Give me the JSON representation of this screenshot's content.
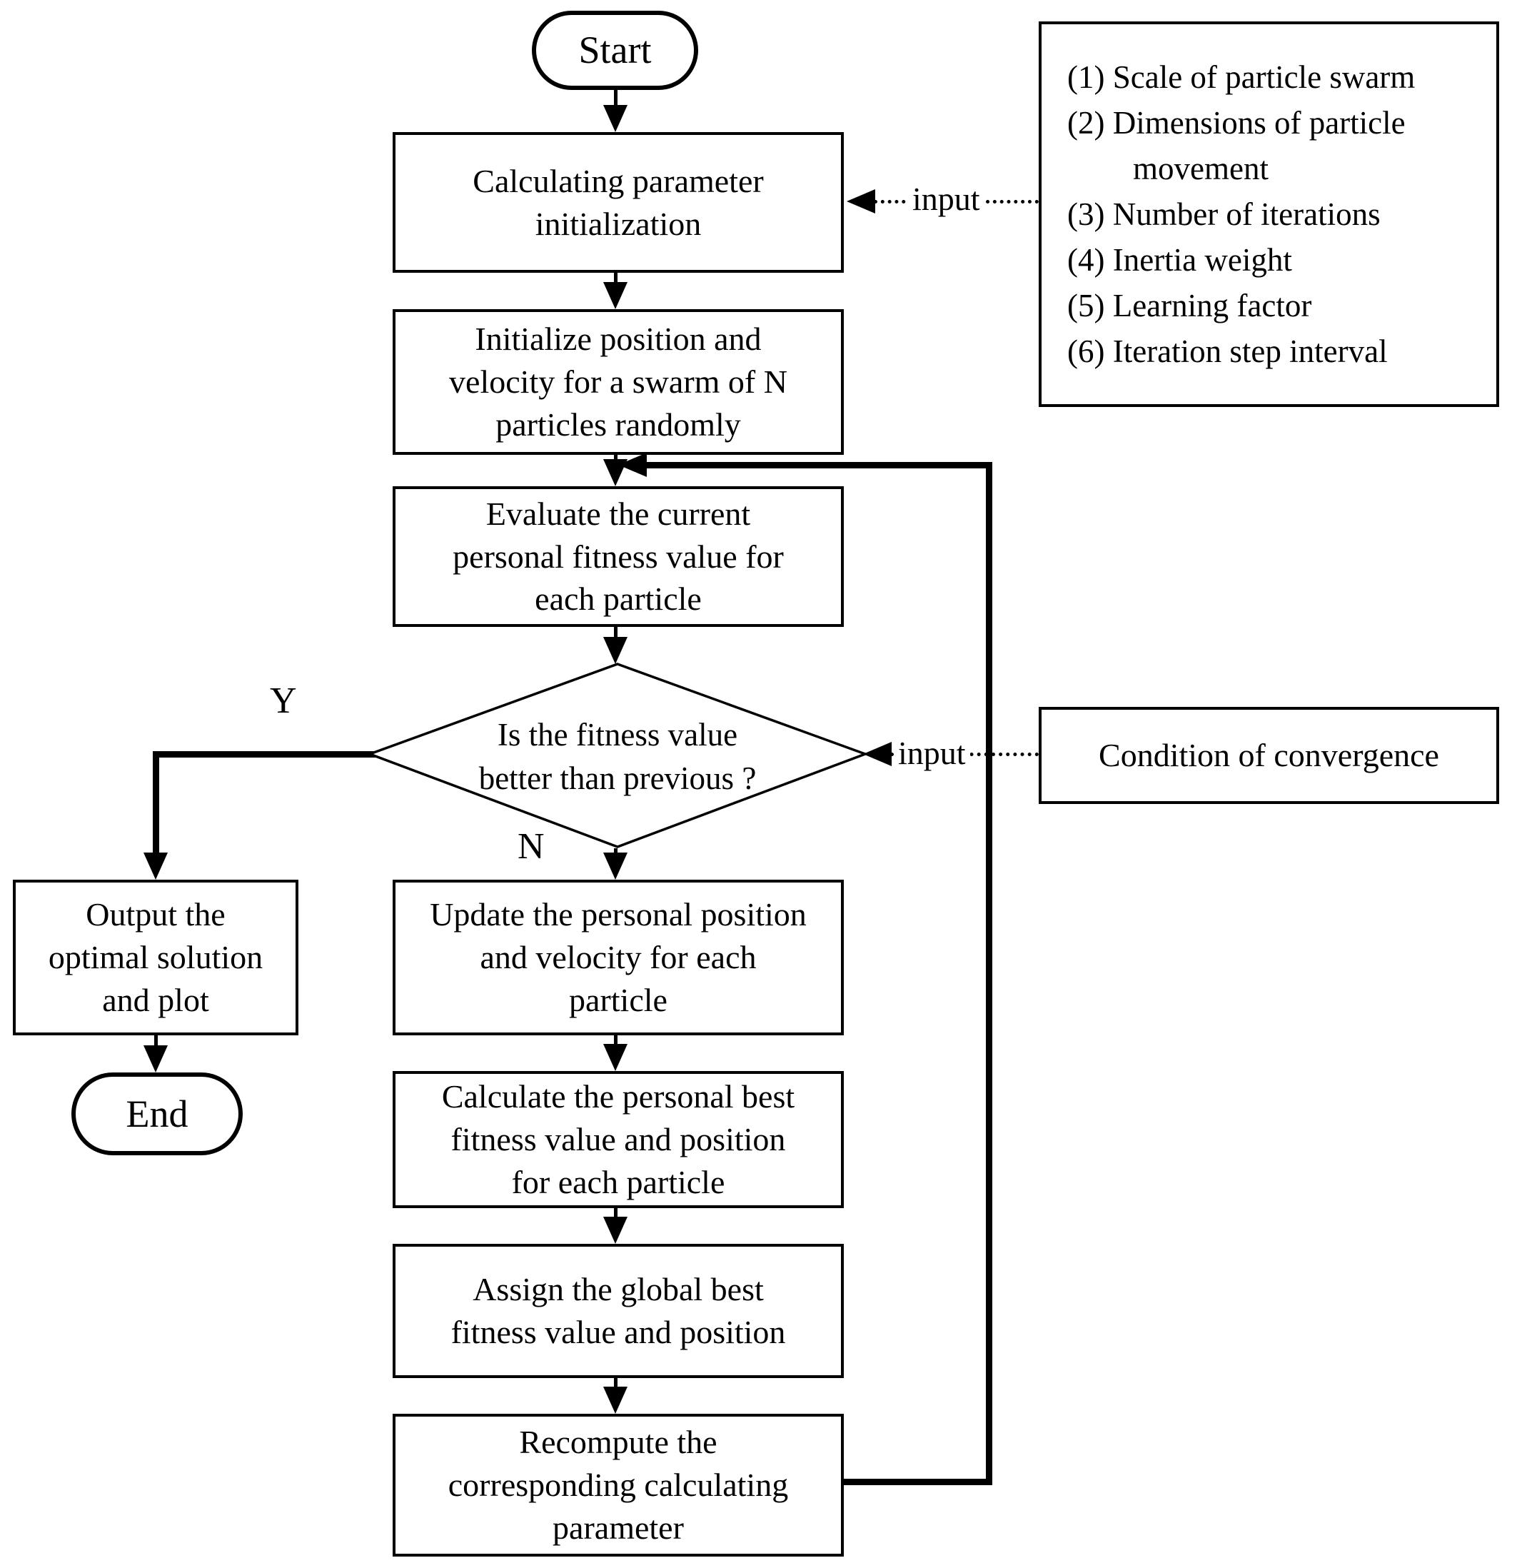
{
  "diagram": {
    "nodes": {
      "start": "Start",
      "init_params": "Calculating parameter\ninitialization",
      "init_swarm": "Initialize position and\nvelocity for a swarm of N\nparticles randomly",
      "evaluate": "Evaluate the current\npersonal fitness value for\neach particle",
      "decision": "Is the fitness value\nbetter than previous ?",
      "update": "Update the personal position\nand velocity for each\nparticle",
      "personal_best": "Calculate the personal best\nfitness value and position\nfor each particle",
      "global_best": "Assign the global best\nfitness value and position",
      "recompute": "Recompute the\ncorresponding calculating\nparameter",
      "output": "Output the\noptimal solution\nand plot",
      "end": "End"
    },
    "labels": {
      "yes": "Y",
      "no": "N",
      "input": "input"
    },
    "parameters_box": {
      "items": [
        "(1) Scale of particle swarm",
        "(2) Dimensions of particle movement",
        "(3) Number of iterations",
        "(4) Inertia weight",
        "(5) Learning factor",
        "(6) Iteration step interval"
      ]
    },
    "convergence_box": "Condition of convergence",
    "colors": {
      "line": "#000000",
      "background": "#ffffff",
      "text": "#000000"
    }
  }
}
